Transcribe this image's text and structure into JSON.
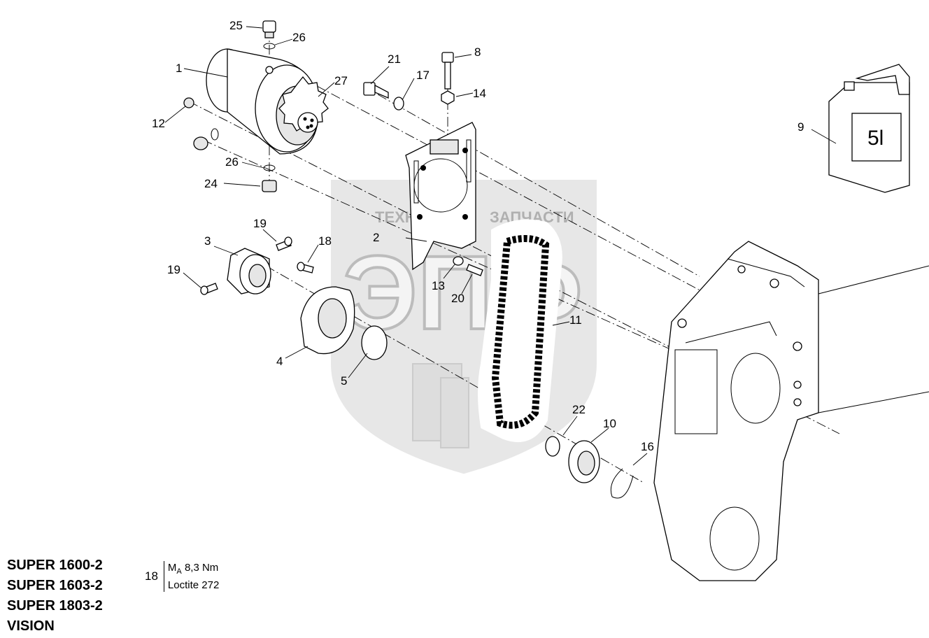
{
  "watermark": {
    "brand_left": "ТЕХНИКА",
    "brand_right": "ЗАПЧАСТИ",
    "logo_letters": "ЭПФ"
  },
  "callouts": {
    "c1": "1",
    "c2": "2",
    "c3": "3",
    "c4": "4",
    "c5": "5",
    "c8": "8",
    "c9": "9",
    "c10": "10",
    "c11": "11",
    "c12": "12",
    "c13": "13",
    "c14": "14",
    "c16": "16",
    "c17": "17",
    "c18a": "18",
    "c19a": "19",
    "c19b": "19",
    "c20": "20",
    "c21": "21",
    "c22": "22",
    "c24": "24",
    "c25": "25",
    "c26a": "26",
    "c26b": "26",
    "c27": "27"
  },
  "oil_can_label": "5l",
  "models": [
    "SUPER 1600-2",
    "SUPER 1603-2",
    "SUPER 1803-2",
    "VISION"
  ],
  "torque_note": {
    "part": "18",
    "value": "M",
    "subscript": "A",
    "amount": "8,3 Nm",
    "adhesive": "Loctite 272"
  }
}
